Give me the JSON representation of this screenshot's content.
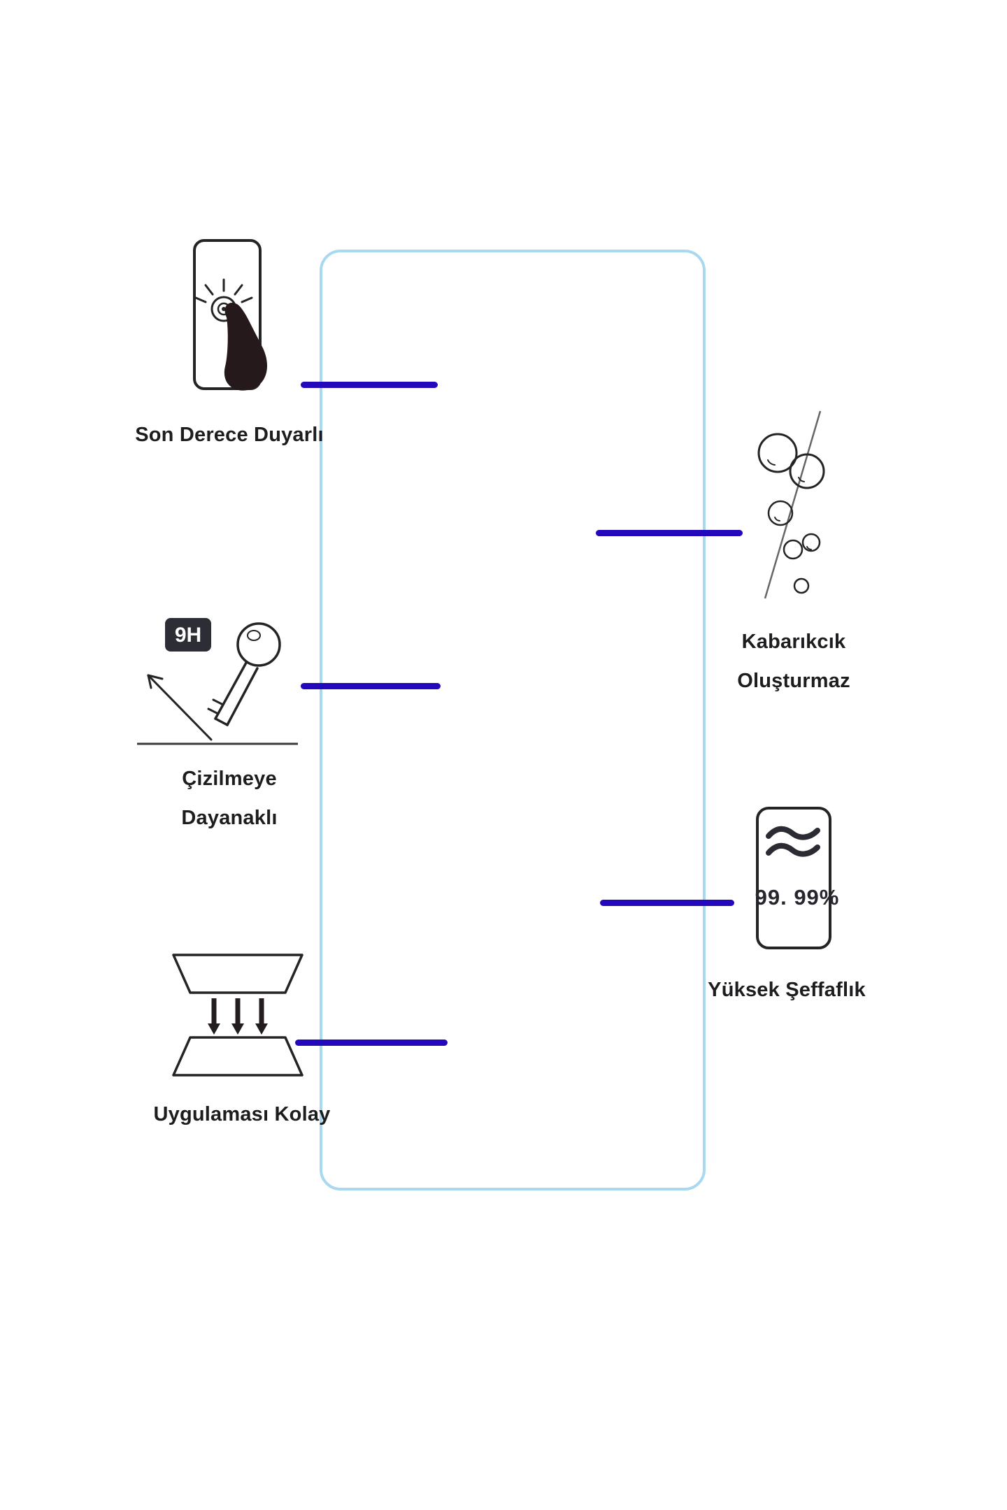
{
  "page": {
    "background": "#ffffff"
  },
  "colors": {
    "glass_border": "#a9d9f0",
    "connector": "#2408bb",
    "ink": "#1d1d1f"
  },
  "glass": {
    "description": "screen-protector-outline"
  },
  "icons": {
    "sensitive": "touch-finger-icon",
    "scratch": "key-scratch-icon",
    "easy": "apply-layers-icon",
    "bubbles": "no-bubbles-icon",
    "transparency": "clarity-icon"
  },
  "features": {
    "sensitive": {
      "label": "Son Derece Duyarlı"
    },
    "scratch": {
      "badge": "9H",
      "label_line1": "Çizilmeye",
      "label_line2": "Dayanaklı"
    },
    "easy": {
      "label": "Uygulaması Kolay"
    },
    "bubbles": {
      "label_line1": "Kabarıkcık",
      "label_line2": "Oluşturmaz"
    },
    "transparency": {
      "value": "99. 99%",
      "label": "Yüksek Şeffaflık"
    }
  }
}
